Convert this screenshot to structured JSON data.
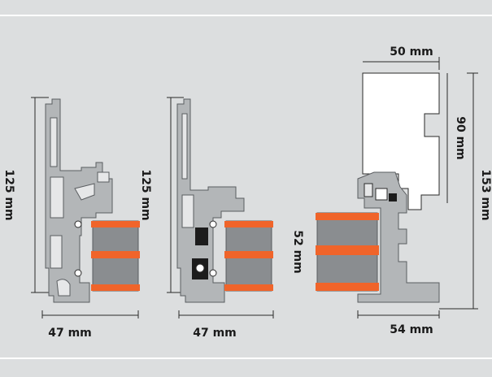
{
  "colors": {
    "background": "#dcdedf",
    "profile_fill": "#b3b6b8",
    "profile_stroke": "#5a5d60",
    "insulation_gray": "#8a8d90",
    "gasket_orange": "#f0642a",
    "dimension_line": "#2a2a2a",
    "frame_white": "#ffffff",
    "separator": "#ffffff"
  },
  "profiles": [
    {
      "id": "profile-1",
      "height_label": "125 mm",
      "width_label": "47 mm"
    },
    {
      "id": "profile-2",
      "height_label": "125 mm",
      "width_label": "47 mm"
    },
    {
      "id": "profile-3",
      "top_width_label": "50 mm",
      "frame_height_label": "90 mm",
      "total_height_label": "153 mm",
      "glazing_label": "52 mm",
      "width_label": "54 mm"
    }
  ]
}
